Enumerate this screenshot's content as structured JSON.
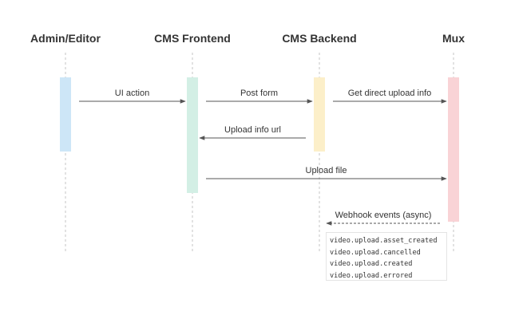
{
  "colors": {
    "background": "#ffffff",
    "text": "#333333",
    "lifeline": "#c4c4c4",
    "arrow": "#555555",
    "activation_admin": "#cde6f7",
    "activation_frontend": "#d3efe5",
    "activation_backend": "#fcefc9",
    "activation_mux": "#f9d3d6"
  },
  "actors": [
    {
      "id": "admin",
      "label": "Admin/Editor"
    },
    {
      "id": "frontend",
      "label": "CMS Frontend"
    },
    {
      "id": "backend",
      "label": "CMS Backend"
    },
    {
      "id": "mux",
      "label": "Mux"
    }
  ],
  "messages": [
    {
      "from": "admin",
      "to": "frontend",
      "label": "UI action",
      "style": "solid"
    },
    {
      "from": "frontend",
      "to": "backend",
      "label": "Post form",
      "style": "solid"
    },
    {
      "from": "backend",
      "to": "mux",
      "label": "Get direct upload info",
      "style": "solid"
    },
    {
      "from": "backend",
      "to": "frontend",
      "label": "Upload info url",
      "style": "solid"
    },
    {
      "from": "frontend",
      "to": "mux",
      "label": "Upload file",
      "style": "solid"
    },
    {
      "from": "mux",
      "to": "backend",
      "label": "Webhook events (async)",
      "style": "dashed"
    }
  ],
  "webhook_events": [
    "video.upload.asset_created",
    "video.upload.cancelled",
    "video.upload.created",
    "video.upload.errored"
  ]
}
